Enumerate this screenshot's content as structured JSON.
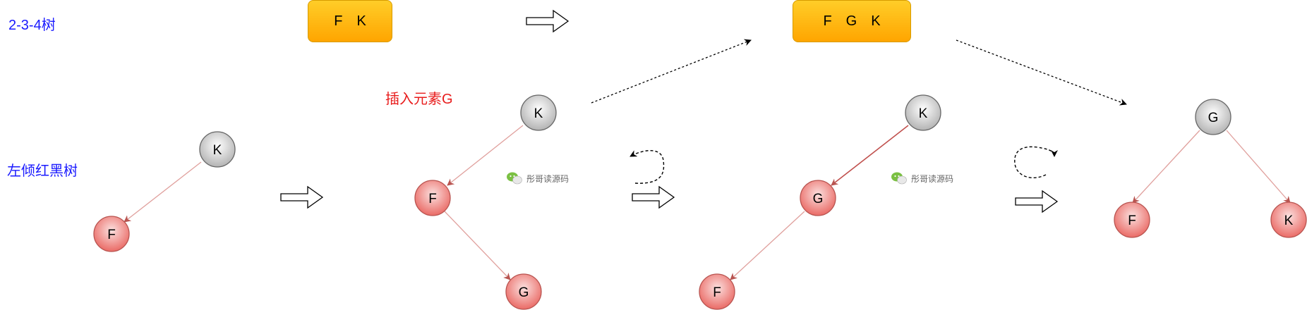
{
  "labels": {
    "tree234": "2-3-4树",
    "rbtree": "左倾红黑树",
    "insert": "插入元素G"
  },
  "boxes": {
    "box1": [
      "F",
      "K"
    ],
    "box2": [
      "F",
      "G",
      "K"
    ]
  },
  "nodes": {
    "s1_k": "K",
    "s1_f": "F",
    "s2_k": "K",
    "s2_f": "F",
    "s2_g": "G",
    "s3_k": "K",
    "s3_g": "G",
    "s3_f": "F",
    "s4_g": "G",
    "s4_f": "F",
    "s4_k": "K"
  },
  "watermark": {
    "text1": "彤哥读源码",
    "text2": "彤哥读源码"
  },
  "colors": {
    "red_node_fill": "#f8cecc",
    "red_node_stroke": "#b85450",
    "black_node_fill": "#f5f5f5",
    "black_node_stroke": "#666666",
    "box_fill": "#ffb300",
    "label_blue": "#1a1aff",
    "label_red": "#e81c1c"
  }
}
